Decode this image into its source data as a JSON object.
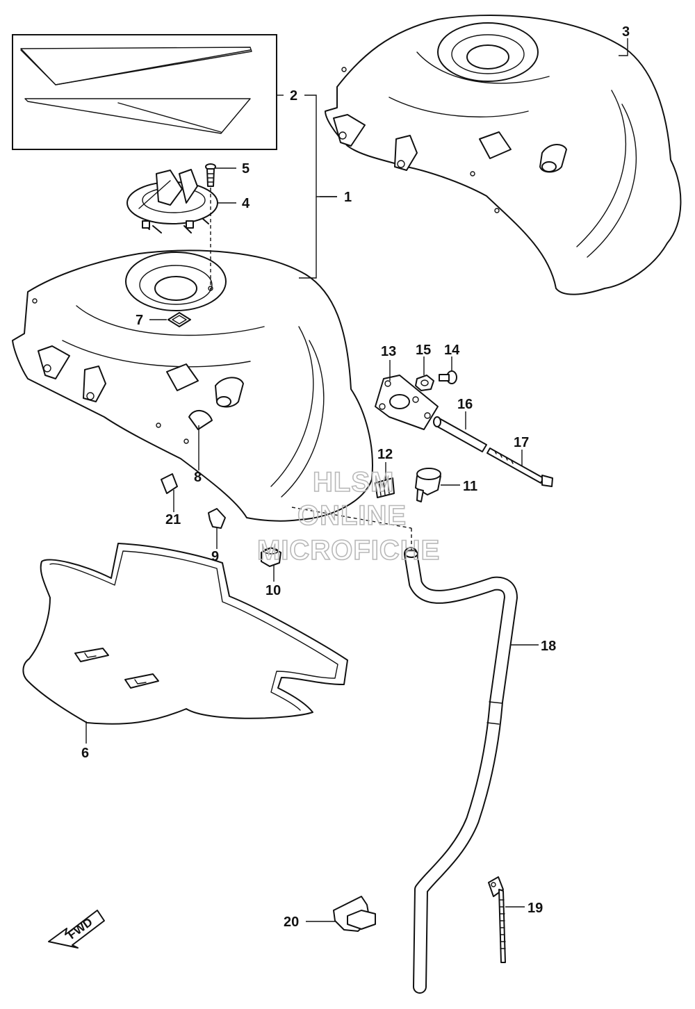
{
  "diagram": {
    "callouts": [
      {
        "id": "c1",
        "label": "1"
      },
      {
        "id": "c2",
        "label": "2"
      },
      {
        "id": "c3",
        "label": "3"
      },
      {
        "id": "c4",
        "label": "4"
      },
      {
        "id": "c5",
        "label": "5"
      },
      {
        "id": "c6",
        "label": "6"
      },
      {
        "id": "c7",
        "label": "7"
      },
      {
        "id": "c8",
        "label": "8"
      },
      {
        "id": "c9",
        "label": "9"
      },
      {
        "id": "c10",
        "label": "10"
      },
      {
        "id": "c11",
        "label": "11"
      },
      {
        "id": "c12",
        "label": "12"
      },
      {
        "id": "c13",
        "label": "13"
      },
      {
        "id": "c14",
        "label": "14"
      },
      {
        "id": "c15",
        "label": "15"
      },
      {
        "id": "c16",
        "label": "16"
      },
      {
        "id": "c17",
        "label": "17"
      },
      {
        "id": "c18",
        "label": "18"
      },
      {
        "id": "c19",
        "label": "19"
      },
      {
        "id": "c20",
        "label": "20"
      },
      {
        "id": "c21",
        "label": "21"
      }
    ],
    "direction_marker": "FWD",
    "watermark": [
      "HLSM",
      "ONLINE",
      "MICROFICHE"
    ],
    "colors": {
      "line": "#111111",
      "background": "#ffffff",
      "watermark": "#b8b8b8"
    }
  }
}
